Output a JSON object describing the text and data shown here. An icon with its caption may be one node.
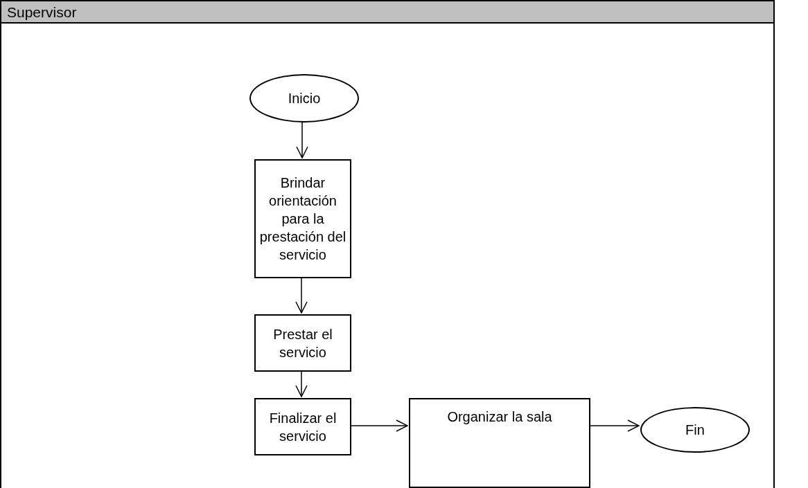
{
  "diagram": {
    "nodes": [
      {
        "text": [
          "Supervisor"
        ]
      },
      {
        "text": [
          "Inicio"
        ],
        "in": 0
      },
      {
        "text": [
          "Brindar orientación para la prestación del servicio"
        ],
        "in": 0
      },
      {
        "text": [
          "Prestar el servicio"
        ],
        "in": 0
      },
      {
        "text": [
          "Finalizar el servicio"
        ],
        "in": 0
      },
      {
        "text": [
          "Organizar la sala"
        ],
        "in": 0
      },
      {
        "text": [
          "Fin"
        ],
        "in": 0
      }
    ],
    "edges": [
      {
        "from": 1,
        "to": 2,
        "arrow": "to"
      },
      {
        "from": 2,
        "to": 3,
        "arrow": "to"
      },
      {
        "from": 3,
        "to": 4,
        "arrow": "to"
      },
      {
        "from": 4,
        "to": 5,
        "arrow": "to"
      },
      {
        "from": 5,
        "to": 6,
        "arrow": "to"
      }
    ]
  }
}
